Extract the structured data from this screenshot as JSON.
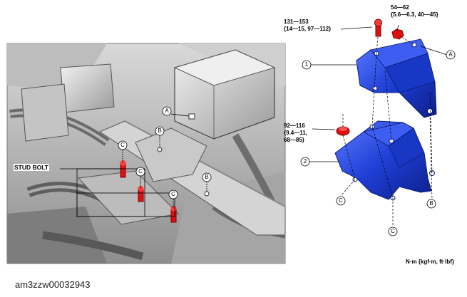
{
  "figure_id": "am3zzw00032943",
  "units_note": "N·m {kgf·m, ft·lbf}",
  "stud_bolt_label": "STUD BOLT",
  "torque": {
    "t1_line1": "131—153",
    "t1_line2": "{14—15, 97—112}",
    "t2_line1": "54—62",
    "t2_line2": "{5.6—6.3, 40—45}",
    "t3_line1": "92—116",
    "t3_line2": "{9.4—11,",
    "t3_line3": "68—85}"
  },
  "markers": {
    "A": "A",
    "B": "B",
    "C": "C",
    "part1": "1",
    "part2": "2"
  },
  "colors": {
    "bracket_blue": "#1f3fd6",
    "bolt_red": "#e01010"
  }
}
